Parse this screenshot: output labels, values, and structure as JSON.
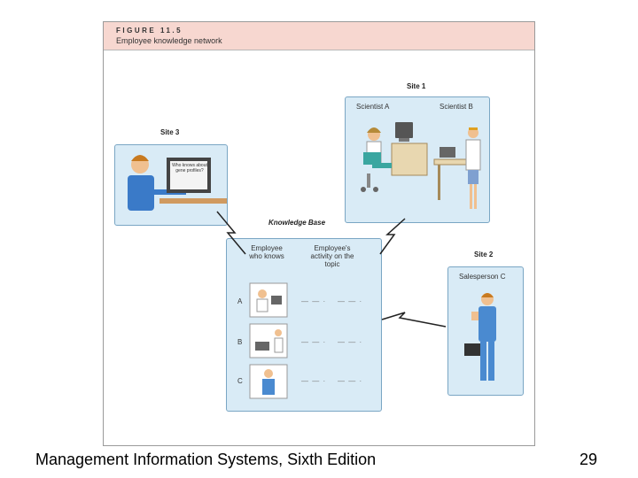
{
  "figure": {
    "label": "FIGURE 11.5",
    "title": "Employee knowledge network"
  },
  "sites": {
    "site1": {
      "label": "Site 1",
      "people": [
        "Scientist A",
        "Scientist B"
      ]
    },
    "site2": {
      "label": "Site 2",
      "people": [
        "Salesperson C"
      ]
    },
    "site3": {
      "label": "Site 3",
      "screen_text": "Who knows about gene profiles?"
    }
  },
  "knowledge_base": {
    "title": "Knowledge Base",
    "col1": "Employee who knows",
    "col2": "Employee's activity on the topic",
    "rows": [
      "A",
      "B",
      "C"
    ]
  },
  "footer": {
    "book_title": "Management Information Systems, Sixth Edition",
    "page_number": "29"
  }
}
